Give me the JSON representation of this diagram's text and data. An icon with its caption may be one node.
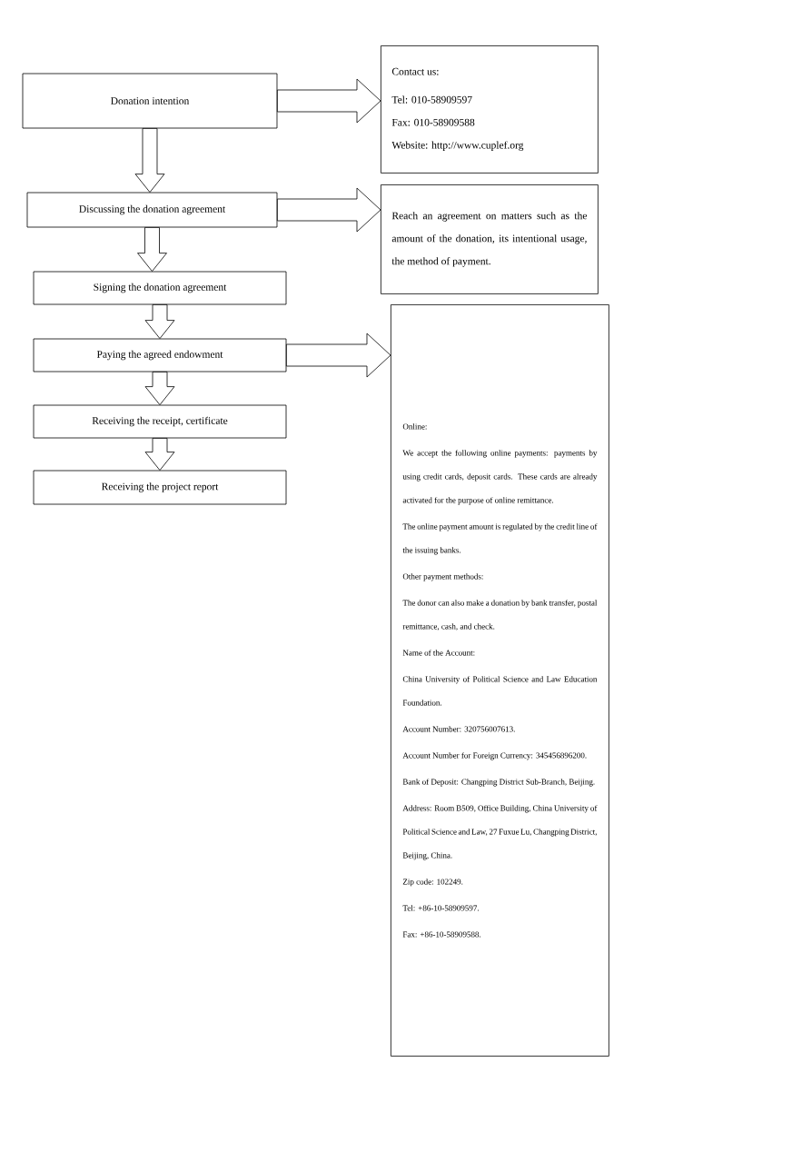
{
  "diagram": {
    "nodes": [
      {
        "text": [
          "Donation intention"
        ]
      },
      {
        "text": [
          "Discussing the donation agreement"
        ]
      },
      {
        "text": [
          "Signing the donation agreement"
        ]
      },
      {
        "text": [
          "Paying the agreed endowment"
        ]
      },
      {
        "text": [
          "Receiving the receipt, certificate"
        ]
      },
      {
        "text": [
          "Receiving the project report"
        ]
      },
      {
        "text": [
          "Contact us:",
          "Tel: 010-58909597",
          "Fax: 010-58909588",
          "Website: http://www.cuplef.org"
        ]
      },
      {
        "text": [
          "Reach an agreement on matters such as the amount of the donation, its intentional usage, the method of payment."
        ]
      },
      {
        "text": [
          "Online:",
          "We accept the following online payments: payments by using credit cards, deposit cards. These cards are already activated for the purpose of online remittance.",
          "The online payment amount is regulated by the credit line of the issuing banks.",
          "Other payment methods:",
          "The donor can also make a donation by bank transfer, postal remittance, cash, and check.",
          "Name of the Account:",
          "China University of Political Science and Law Education Foundation.",
          "Account Number: 320756007613.",
          "Account Number for Foreign Currency: 345456896200.",
          "Bank of Deposit: Changping District Sub-Branch, Beijing.",
          "Address: Room B509, Office Building, China University of Political Science and Law, 27 Fuxue Lu, Changping District, Beijing, China.",
          "Zip code: 102249.",
          "Tel: +86-10-58909597.",
          "Fax: +86-10-58909588."
        ]
      }
    ],
    "edges": [
      {
        "from": 0,
        "to": 1,
        "arrow": "to"
      },
      {
        "from": 1,
        "to": 2,
        "arrow": "to"
      },
      {
        "from": 2,
        "to": 3,
        "arrow": "to"
      },
      {
        "from": 3,
        "to": 4,
        "arrow": "to"
      },
      {
        "from": 4,
        "to": 5,
        "arrow": "to"
      },
      {
        "from": 0,
        "to": 6,
        "arrow": "to"
      },
      {
        "from": 1,
        "to": 7,
        "arrow": "to"
      },
      {
        "from": 3,
        "to": 8,
        "arrow": "to"
      }
    ]
  }
}
